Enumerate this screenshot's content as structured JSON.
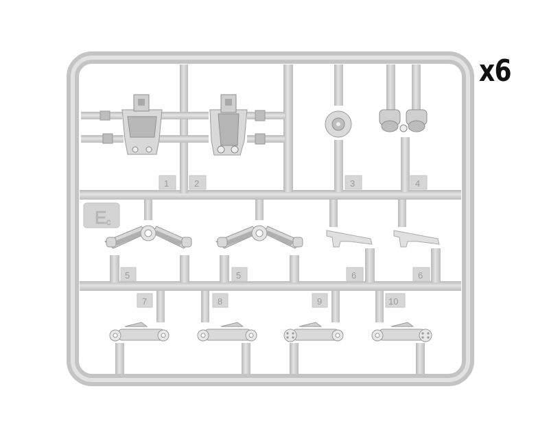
{
  "quantity_label": "x6",
  "sprue_letter": "E",
  "sprue_letter_sub": "c",
  "part_numbers": [
    "1",
    "2",
    "3",
    "4",
    "5",
    "5",
    "6",
    "6",
    "7",
    "8",
    "9",
    "10"
  ],
  "colors": {
    "plastic": "#c9c9c9",
    "plastic_light": "#dedede",
    "plastic_dark": "#a8a8a8",
    "background": "#ffffff"
  }
}
